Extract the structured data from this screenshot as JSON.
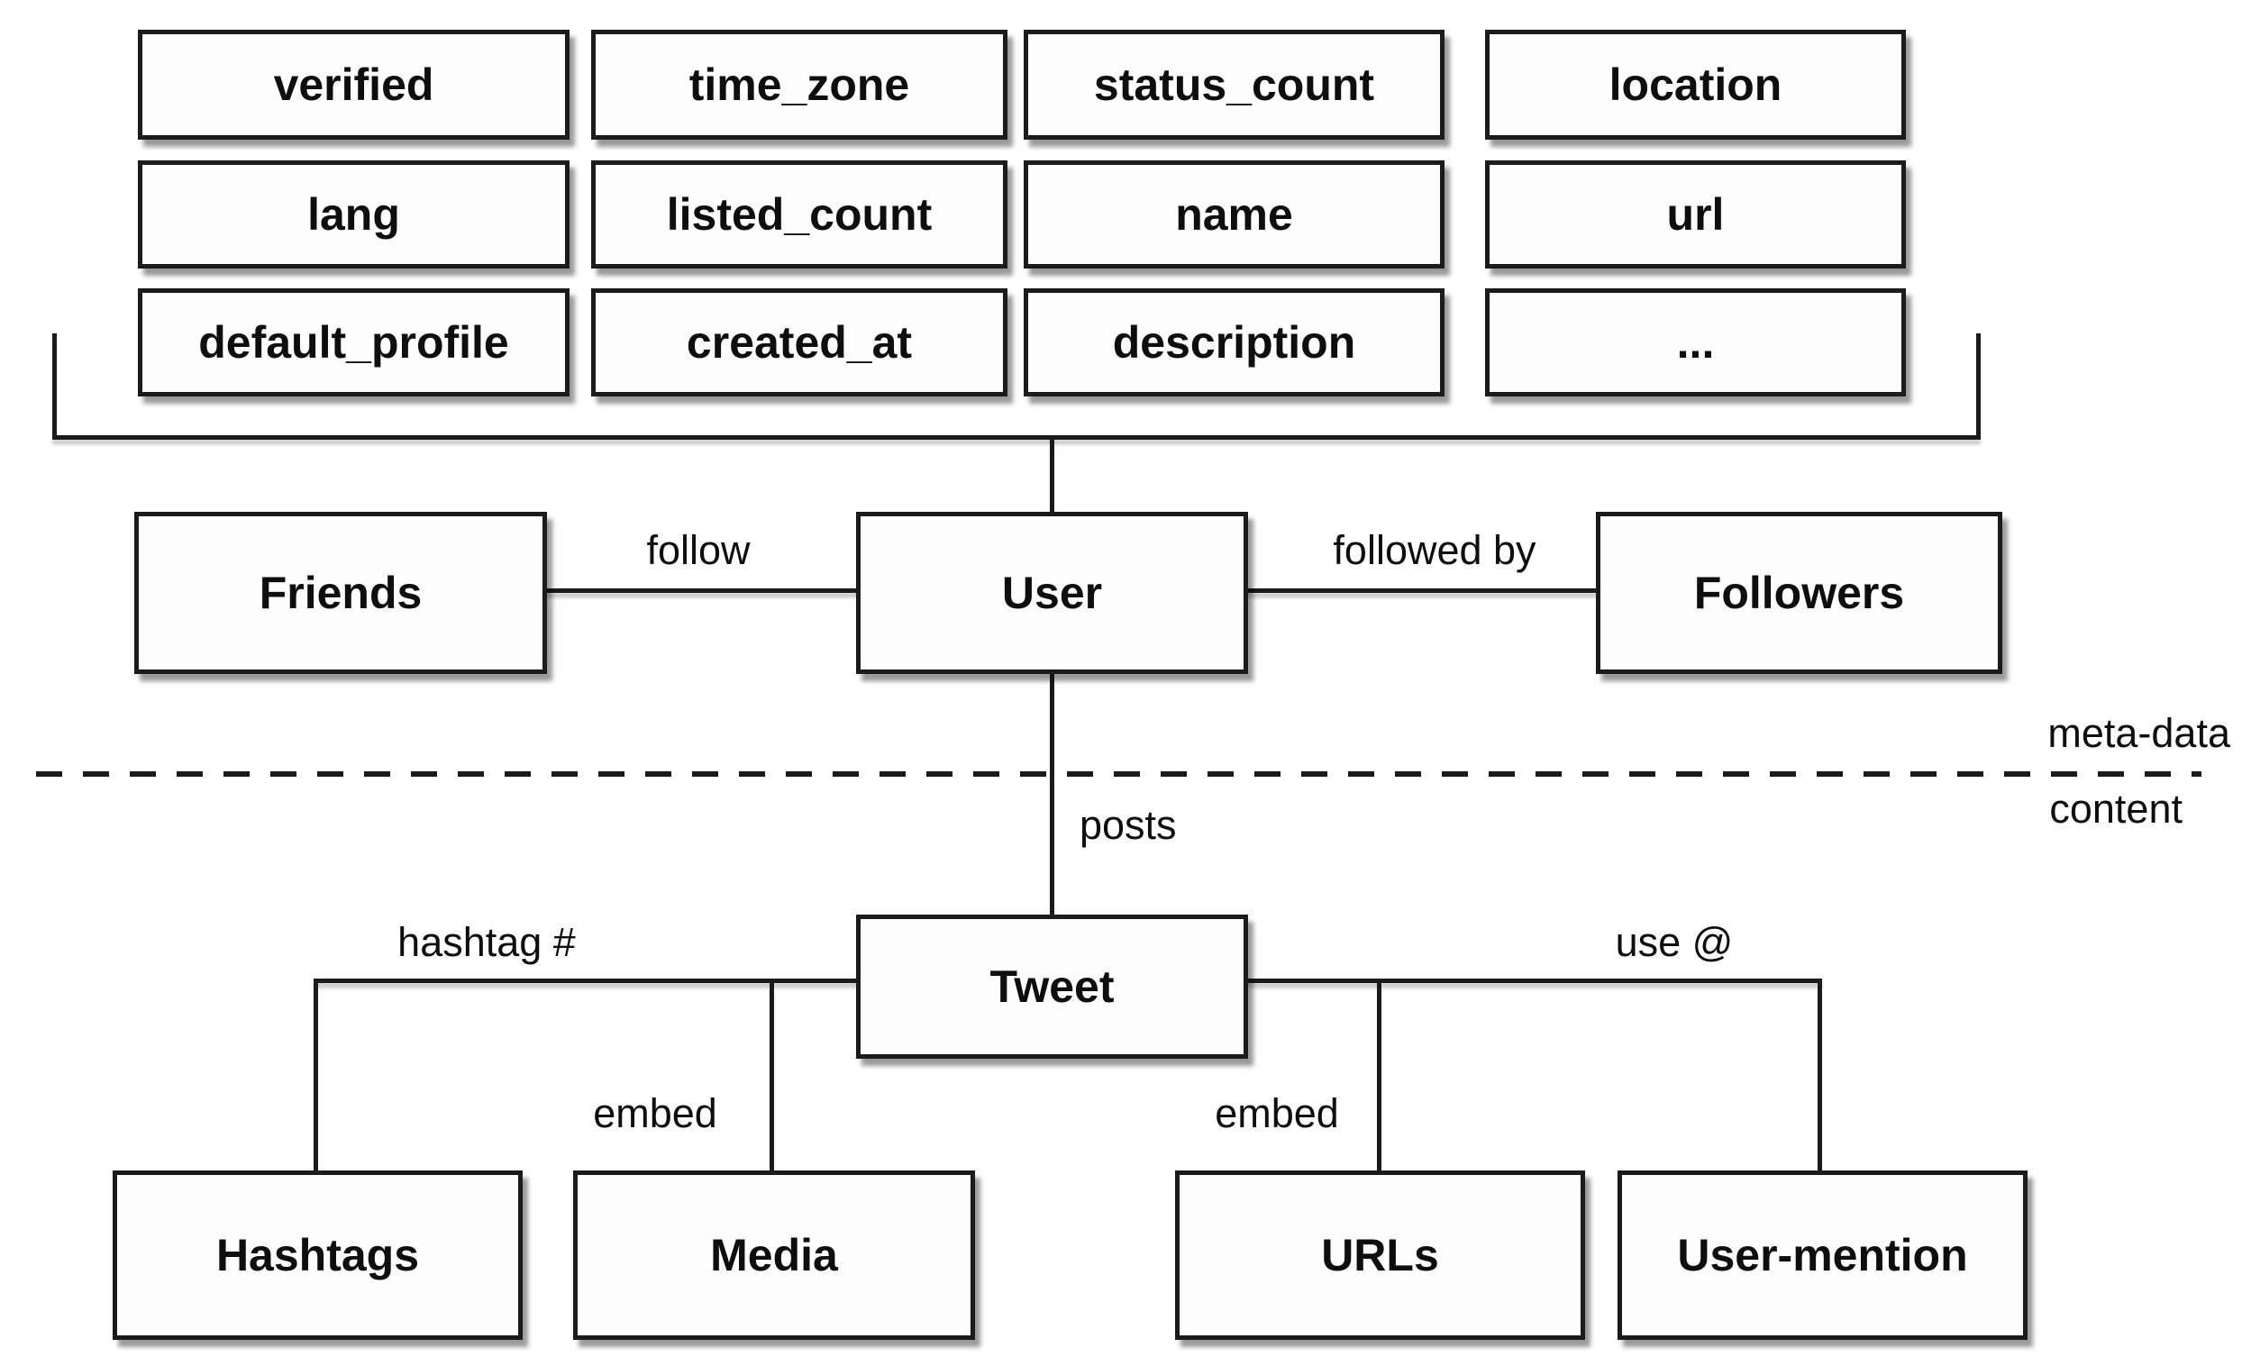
{
  "diagram": {
    "attributes": {
      "rows": [
        [
          "verified",
          "time_zone",
          "status_count",
          "location"
        ],
        [
          "lang",
          "listed_count",
          "name",
          "url"
        ],
        [
          "default_profile",
          "created_at",
          "description",
          "..."
        ]
      ]
    },
    "entities": {
      "friends": "Friends",
      "user": "User",
      "followers": "Followers",
      "tweet": "Tweet",
      "hashtags": "Hashtags",
      "media": "Media",
      "urls": "URLs",
      "user_mention": "User-mention"
    },
    "edges": {
      "follow": "follow",
      "followed_by": "followed by",
      "posts": "posts",
      "hashtag": "hashtag #",
      "embed_left": "embed",
      "embed_right": "embed",
      "use_at": "use @"
    },
    "sections": {
      "meta_data": "meta-data",
      "content": "content"
    },
    "colors": {
      "background": "#ffffff",
      "line": "#1b1b1b",
      "text": "#0e0e0e",
      "box_fill": "#fdfdfd"
    }
  }
}
